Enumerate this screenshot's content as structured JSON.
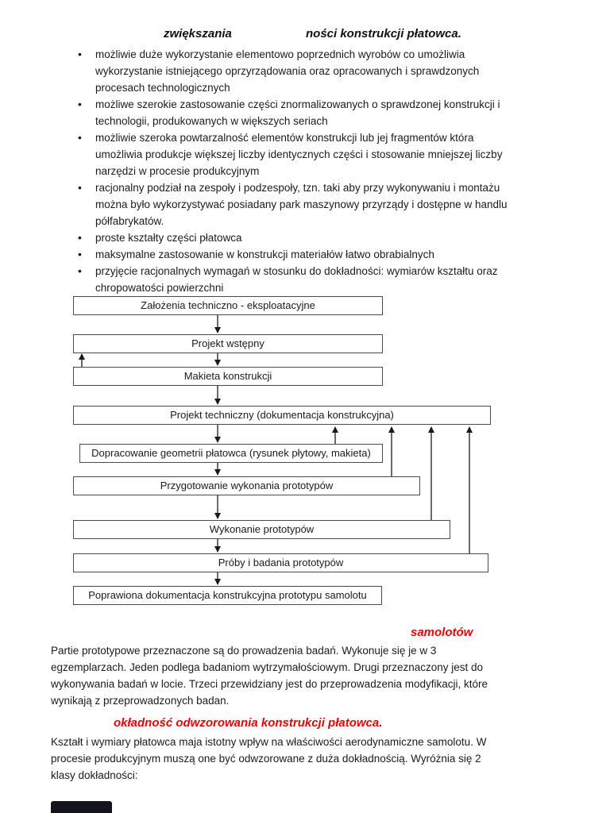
{
  "page": {
    "title_part1": "zwiększania",
    "title_part2": "ności konstrukcji płatowca."
  },
  "bullets": [
    {
      "lines": [
        "możliwie duże wykorzystanie elementowo poprzednich wyrobów co umożliwia",
        "wykorzystanie istniejącego oprzyrządowania oraz opracowanych i sprawdzonych",
        "procesach technologicznych"
      ]
    },
    {
      "lines": [
        "możliwe szerokie zastosowanie części znormalizowanych o sprawdzonej konstrukcji i",
        "technologii, produkowanych w większych seriach"
      ]
    },
    {
      "lines": [
        "możliwie szeroka powtarzalność elementów konstrukcji lub jej fragmentów która",
        "umożliwia produkcje większej liczby identycznych części i stosowanie mniejszej liczby",
        "narzędzi w procesie produkcyjnym"
      ]
    },
    {
      "lines": [
        "racjonalny podział na zespoły i podzespoły, tzn. taki aby przy wykonywaniu i montażu",
        "można było wykorzystywać posiadany park maszynowy przyrządy  i dostępne w handlu",
        "półfabrykatów."
      ]
    },
    {
      "lines": [
        "proste kształty części płatowca"
      ]
    },
    {
      "lines": [
        "maksymalne zastosowanie w konstrukcji materiałów łatwo obrabialnych"
      ]
    },
    {
      "lines": [
        "przyjęcie racjonalnych wymagań w stosunku do dokładności: wymiarów kształtu oraz",
        "chropowatości powierzchni"
      ]
    }
  ],
  "flowchart": {
    "boxes": [
      {
        "label": "Założenia techniczno - eksploatacyjne"
      },
      {
        "label": "Projekt wstępny"
      },
      {
        "label": "Makieta konstrukcji"
      },
      {
        "label": "Projekt techniczny (dokumentacja konstrukcyjna)"
      },
      {
        "label": "Dopracowanie geometrii płatowca (rysunek płytowy, makieta)"
      },
      {
        "label": "Przygotowanie wykonania prototypów"
      },
      {
        "label": "Wykonanie prototypów"
      },
      {
        "label": "Próby i badania prototypów"
      },
      {
        "label": "Poprawiona dokumentacja konstrukcyjna prototypu samolotu"
      }
    ]
  },
  "sections": {
    "prototypes_heading_fragment": "samolotów",
    "prototypes_paragraph_lines": [
      "Partie prototypowe przeznaczone są do prowadzenia badań. Wykonuje się je w 3",
      "egzemplarzach. Jeden podlega badaniom wytrzymałościowym. Drugi przeznaczony jest do",
      "wykonywania badań w locie. Trzeci przewidziany jest do przeprowadzenia modyfikacji, które",
      "wynikają z przeprowadzonych badan."
    ],
    "accuracy_heading_fragment": "okładność odwzorowania konstrukcji płatowca.",
    "accuracy_paragraph_lines": [
      "Kształt i  wymiary płatowca maja istotny wpływ na właściwości aerodynamiczne samolotu. W",
      "procesie produkcyjnym muszą one być odwzorowane z duża dokładnością. Wyróżnia się 2",
      "klasy dokładności:"
    ]
  },
  "colors": {
    "accent_red": "#f00000",
    "text": "#1b1b1b",
    "box_border": "#4a4a4a"
  }
}
